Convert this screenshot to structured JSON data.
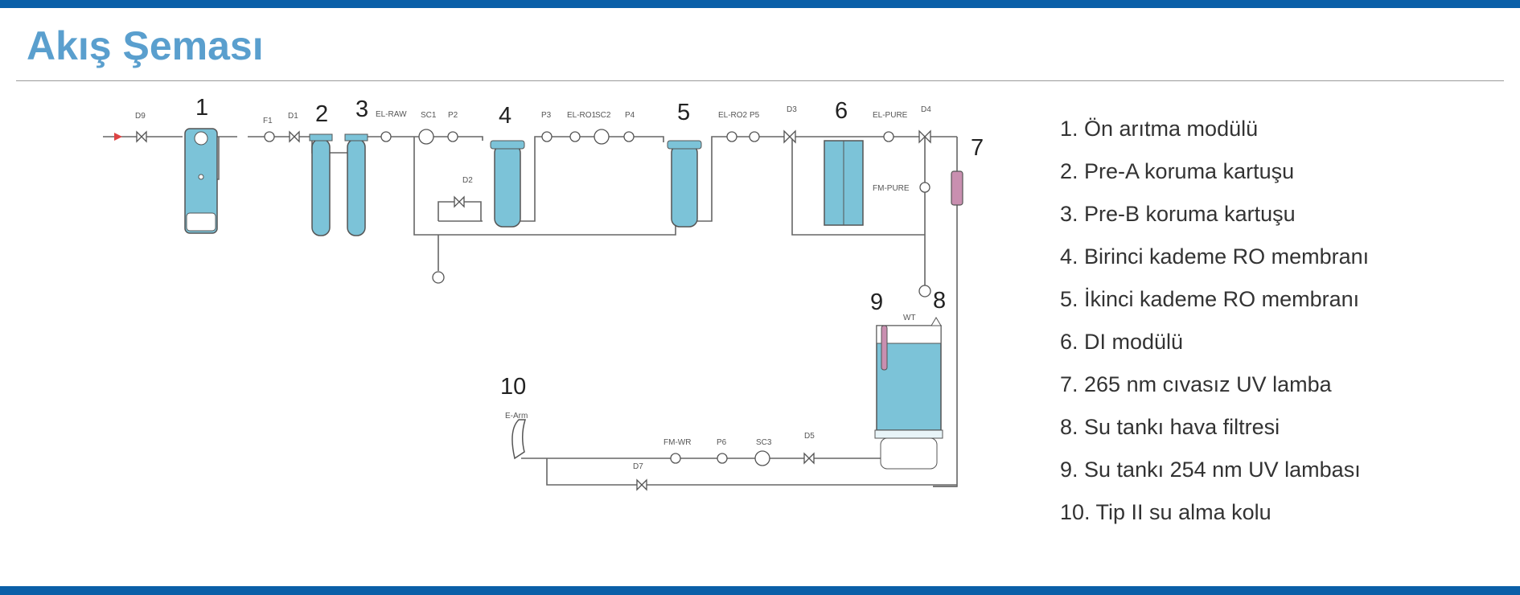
{
  "title": "Akış Şeması",
  "colors": {
    "bar": "#0a5fa8",
    "title": "#5a9fce",
    "equipment": "#7cc3d8",
    "pipe": "#555555"
  },
  "diagram": {
    "numbers": [
      "1",
      "2",
      "3",
      "4",
      "5",
      "6",
      "7",
      "8",
      "9",
      "10"
    ],
    "tags": {
      "d9": "D9",
      "f1": "F1",
      "d1": "D1",
      "el_raw": "EL-RAW",
      "sc1": "SC1",
      "p2": "P2",
      "p3": "P3",
      "el_ro1": "EL-RO1",
      "sc2": "SC2",
      "p4": "P4",
      "d2": "D2",
      "el_ro2": "EL-RO2",
      "p5": "P5",
      "d3": "D3",
      "el_pure": "EL-PURE",
      "d4": "D4",
      "fm_pure": "FM-PURE",
      "wt": "WT",
      "e_arm": "E-Arm",
      "fm_wr": "FM-WR",
      "p6": "P6",
      "sc3": "SC3",
      "d5": "D5",
      "d7": "D7"
    }
  },
  "legend": [
    "1. Ön arıtma modülü",
    "2. Pre-A koruma kartuşu",
    "3. Pre-B koruma kartuşu",
    "4. Birinci kademe RO membranı",
    "5. İkinci kademe RO membranı",
    "6. DI modülü",
    "7. 265 nm cıvasız UV lamba",
    "8. Su tankı hava filtresi",
    "9. Su tankı 254 nm UV lambası",
    "10. Tip II su alma kolu"
  ]
}
